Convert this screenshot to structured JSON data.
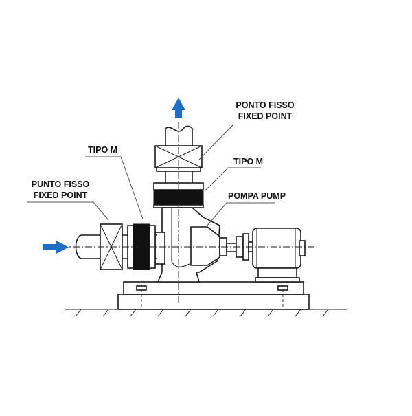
{
  "colors": {
    "flow_arrow": "#1f6fc8",
    "ink": "#111111"
  },
  "labels": {
    "fixed_point_top_it": "PONTO FISSO",
    "fixed_point_top_en": "FIXED POINT",
    "tipo_m_upper": "TIPO M",
    "pump": "POMPA PUMP",
    "tipo_m_left": "TIPO M",
    "fixed_point_left_it": "PUNTO FISSO",
    "fixed_point_left_en": "FIXED POINT"
  },
  "icons": {
    "outlet_arrow": "arrow-up-icon",
    "inlet_arrow": "arrow-right-icon",
    "fixed_point_symbol": "cross-box-icon"
  }
}
